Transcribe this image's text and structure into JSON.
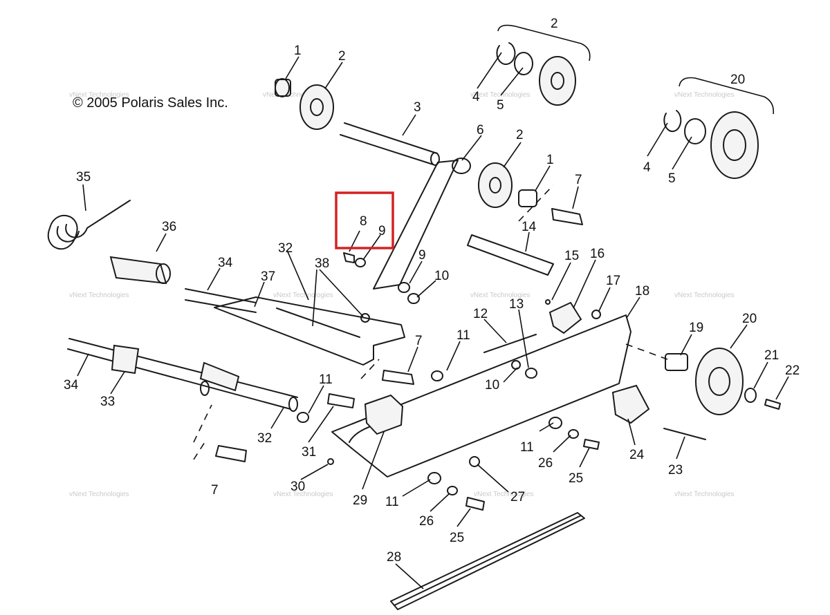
{
  "copyright": "© 2005 Polaris Sales Inc.",
  "watermark": {
    "line1": "vNext Technologies",
    "line2": "Technologies",
    "tag": "vNext"
  },
  "callouts": {
    "c1a": "1",
    "c2a": "2",
    "c2b": "2",
    "c4a": "4",
    "c5a": "5",
    "c3": "3",
    "c6": "6",
    "c2c": "2",
    "c1b": "1",
    "c7a": "7",
    "c20a": "20",
    "c4b": "4",
    "c5b": "5",
    "c35": "35",
    "c36": "36",
    "c8": "8",
    "c9a": "9",
    "c14": "14",
    "c32a": "32",
    "c34a": "34",
    "c38": "38",
    "c37": "37",
    "c9b": "9",
    "c10a": "10",
    "c15": "15",
    "c16": "16",
    "c17": "17",
    "c18": "18",
    "c13": "13",
    "c12": "12",
    "c19": "19",
    "c20b": "20",
    "c11a": "11",
    "c7b": "7",
    "c21": "21",
    "c22": "22",
    "c34b": "34",
    "c33": "33",
    "c11b": "11",
    "c10b": "10",
    "c32b": "32",
    "c31": "31",
    "c11c": "11",
    "c26a": "26",
    "c24": "24",
    "c23": "23",
    "c25a": "25",
    "c7c": "7",
    "c30": "30",
    "c29": "29",
    "c27": "27",
    "c11d": "11",
    "c26b": "26",
    "c25b": "25",
    "c28": "28"
  },
  "highlighted_callouts": [
    "8",
    "9"
  ],
  "colors": {
    "highlight": "#d42222",
    "line": "#1a1a1a",
    "watermark": "#c9c9c9"
  }
}
